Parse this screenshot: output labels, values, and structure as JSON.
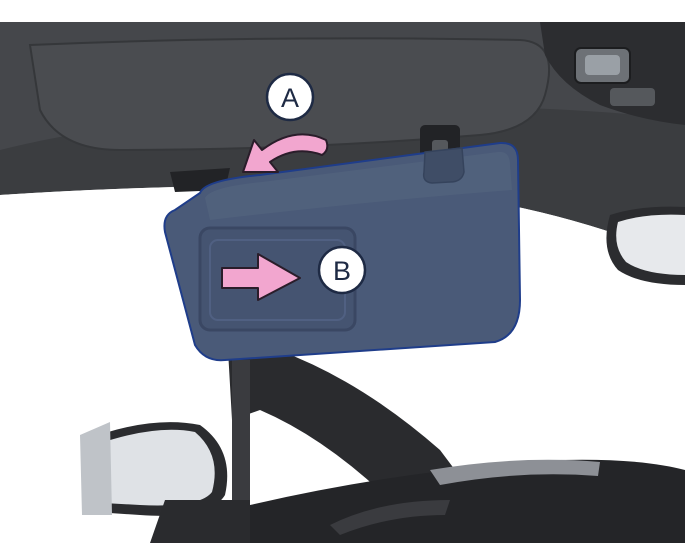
{
  "callouts": {
    "a": {
      "label": "A",
      "meaning": "flip-sun-visor"
    },
    "b": {
      "label": "B",
      "meaning": "slide-mirror-cover"
    }
  },
  "colors": {
    "headliner": "#3b3d40",
    "visor": "#4a5a78",
    "visor_edge": "#1f3d8a",
    "arrow_fill": "#f2a6cf",
    "arrow_stroke": "#2a1d2a",
    "pillar": "#2a2b2e",
    "mirror_glass": "#e7e9ec"
  },
  "icons": {
    "callout_a": "rotate-arrow-icon",
    "callout_b": "right-arrow-icon"
  }
}
